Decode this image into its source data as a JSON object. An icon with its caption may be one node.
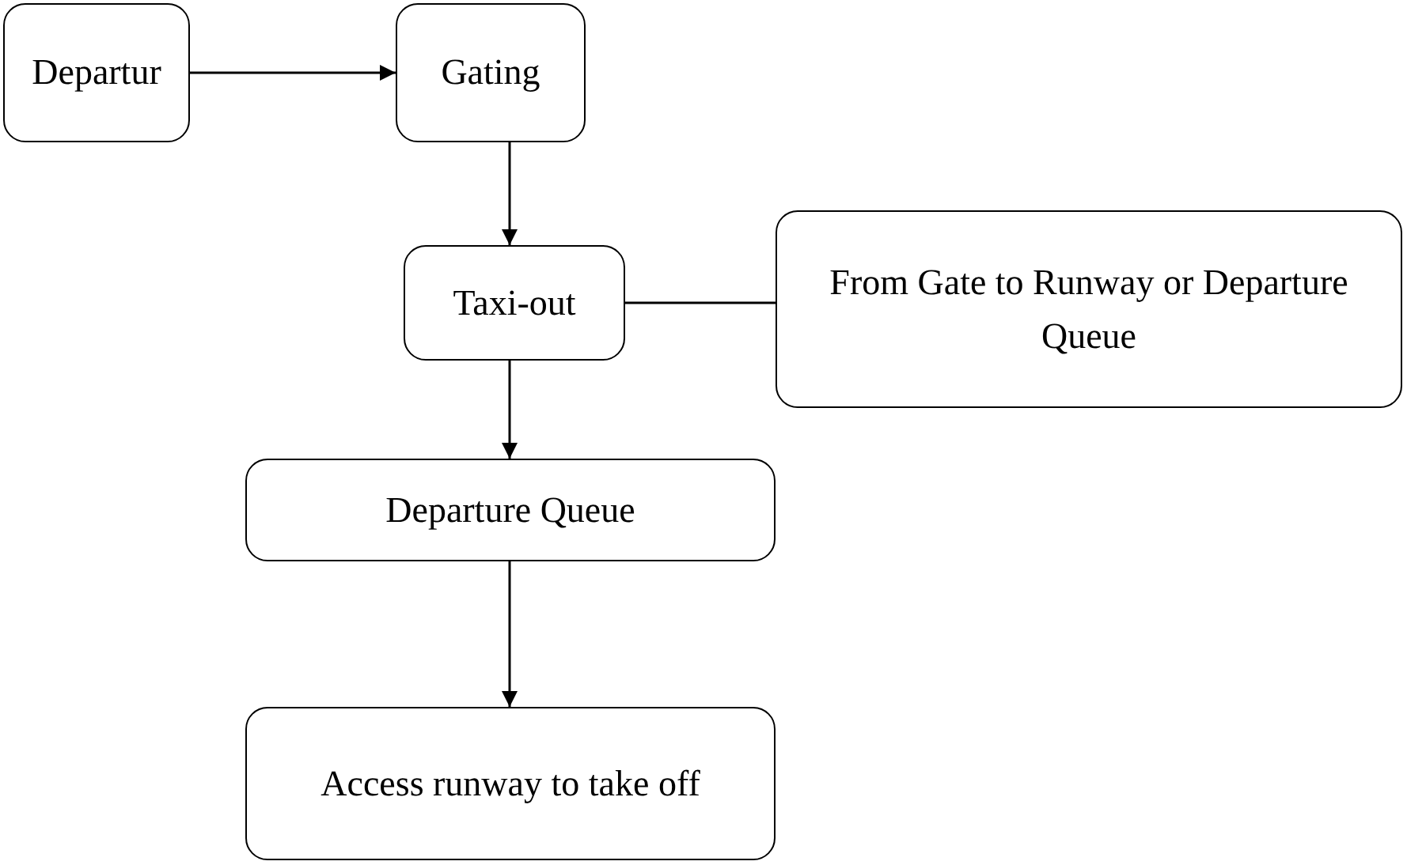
{
  "diagram": {
    "nodes": [
      {
        "text": [
          "Departur"
        ]
      },
      {
        "text": [
          "Gating"
        ]
      },
      {
        "text": [
          "Taxi-out"
        ]
      },
      {
        "text": [
          "From Gate to Runway or Departure Queue"
        ]
      },
      {
        "text": [
          "Departure Queue"
        ]
      },
      {
        "text": [
          "Access runway to take off"
        ]
      }
    ],
    "edges": [
      {
        "from": 0,
        "to": 1,
        "arrow": "to"
      },
      {
        "from": 1,
        "to": 2,
        "arrow": "to"
      },
      {
        "from": 2,
        "to": 3,
        "arrow": "none"
      },
      {
        "from": 2,
        "to": 4,
        "arrow": "to"
      },
      {
        "from": 4,
        "to": 5,
        "arrow": "to"
      }
    ]
  }
}
